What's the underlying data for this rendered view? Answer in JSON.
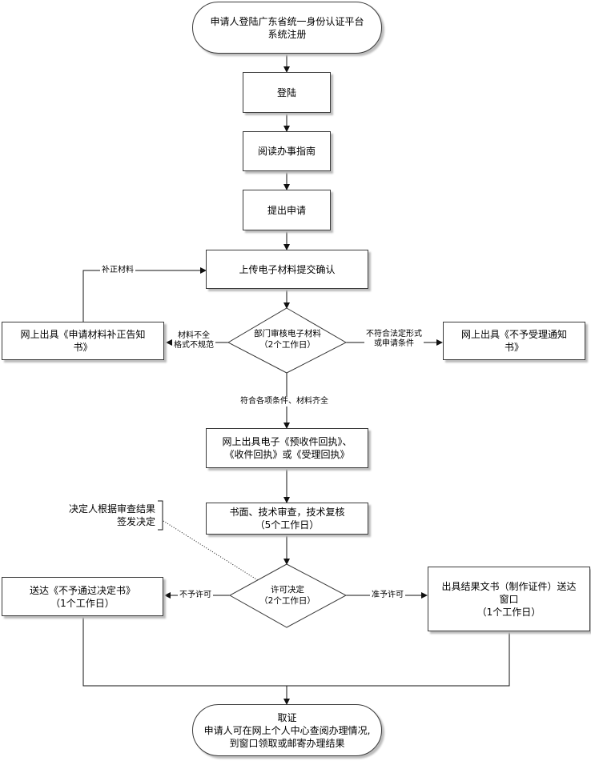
{
  "nodes": {
    "start": [
      "申请人登陆广东省统一身份认证平台",
      "系统注册"
    ],
    "login": "登陆",
    "read_guide": "阅读办事指南",
    "submit": "提出申请",
    "upload": "上传电子材料提交确认",
    "review": [
      "部门审核电子材料",
      "（2个工作日）"
    ],
    "supplement_notice": [
      "网上出具《申请材料补正告知",
      "书》"
    ],
    "reject_notice": [
      "网上出具《不予受理通知",
      "书》"
    ],
    "receipt": [
      "网上出具电子《预收件回执》、",
      "《收件回执》或《受理回执》"
    ],
    "tech_review": [
      "书面、技术审查，技术复核",
      "（5个工作日）"
    ],
    "decision": [
      "许可决定",
      "（2个工作日）"
    ],
    "deny_deliver": [
      "送达《不予通过决定书》",
      "（1个工作日）"
    ],
    "approve_deliver": [
      "出具结果文书（制作证件）送达",
      "窗口",
      "（1个工作日）"
    ],
    "end": [
      "取证",
      "申请人可在网上个人中心查阅办理情况,",
      "到窗口领取或邮寄办理结果"
    ]
  },
  "edge_labels": {
    "supplement": "补正材料",
    "incomplete": [
      "材料不全",
      "格式不规范"
    ],
    "not_conform": [
      "不符合法定形式",
      "或申请条件"
    ],
    "conform": "符合各项条件、材料齐全",
    "deny": "不予许可",
    "approve": "准予许可"
  },
  "annotation": [
    "决定人根据审查结果",
    "签发决定"
  ]
}
